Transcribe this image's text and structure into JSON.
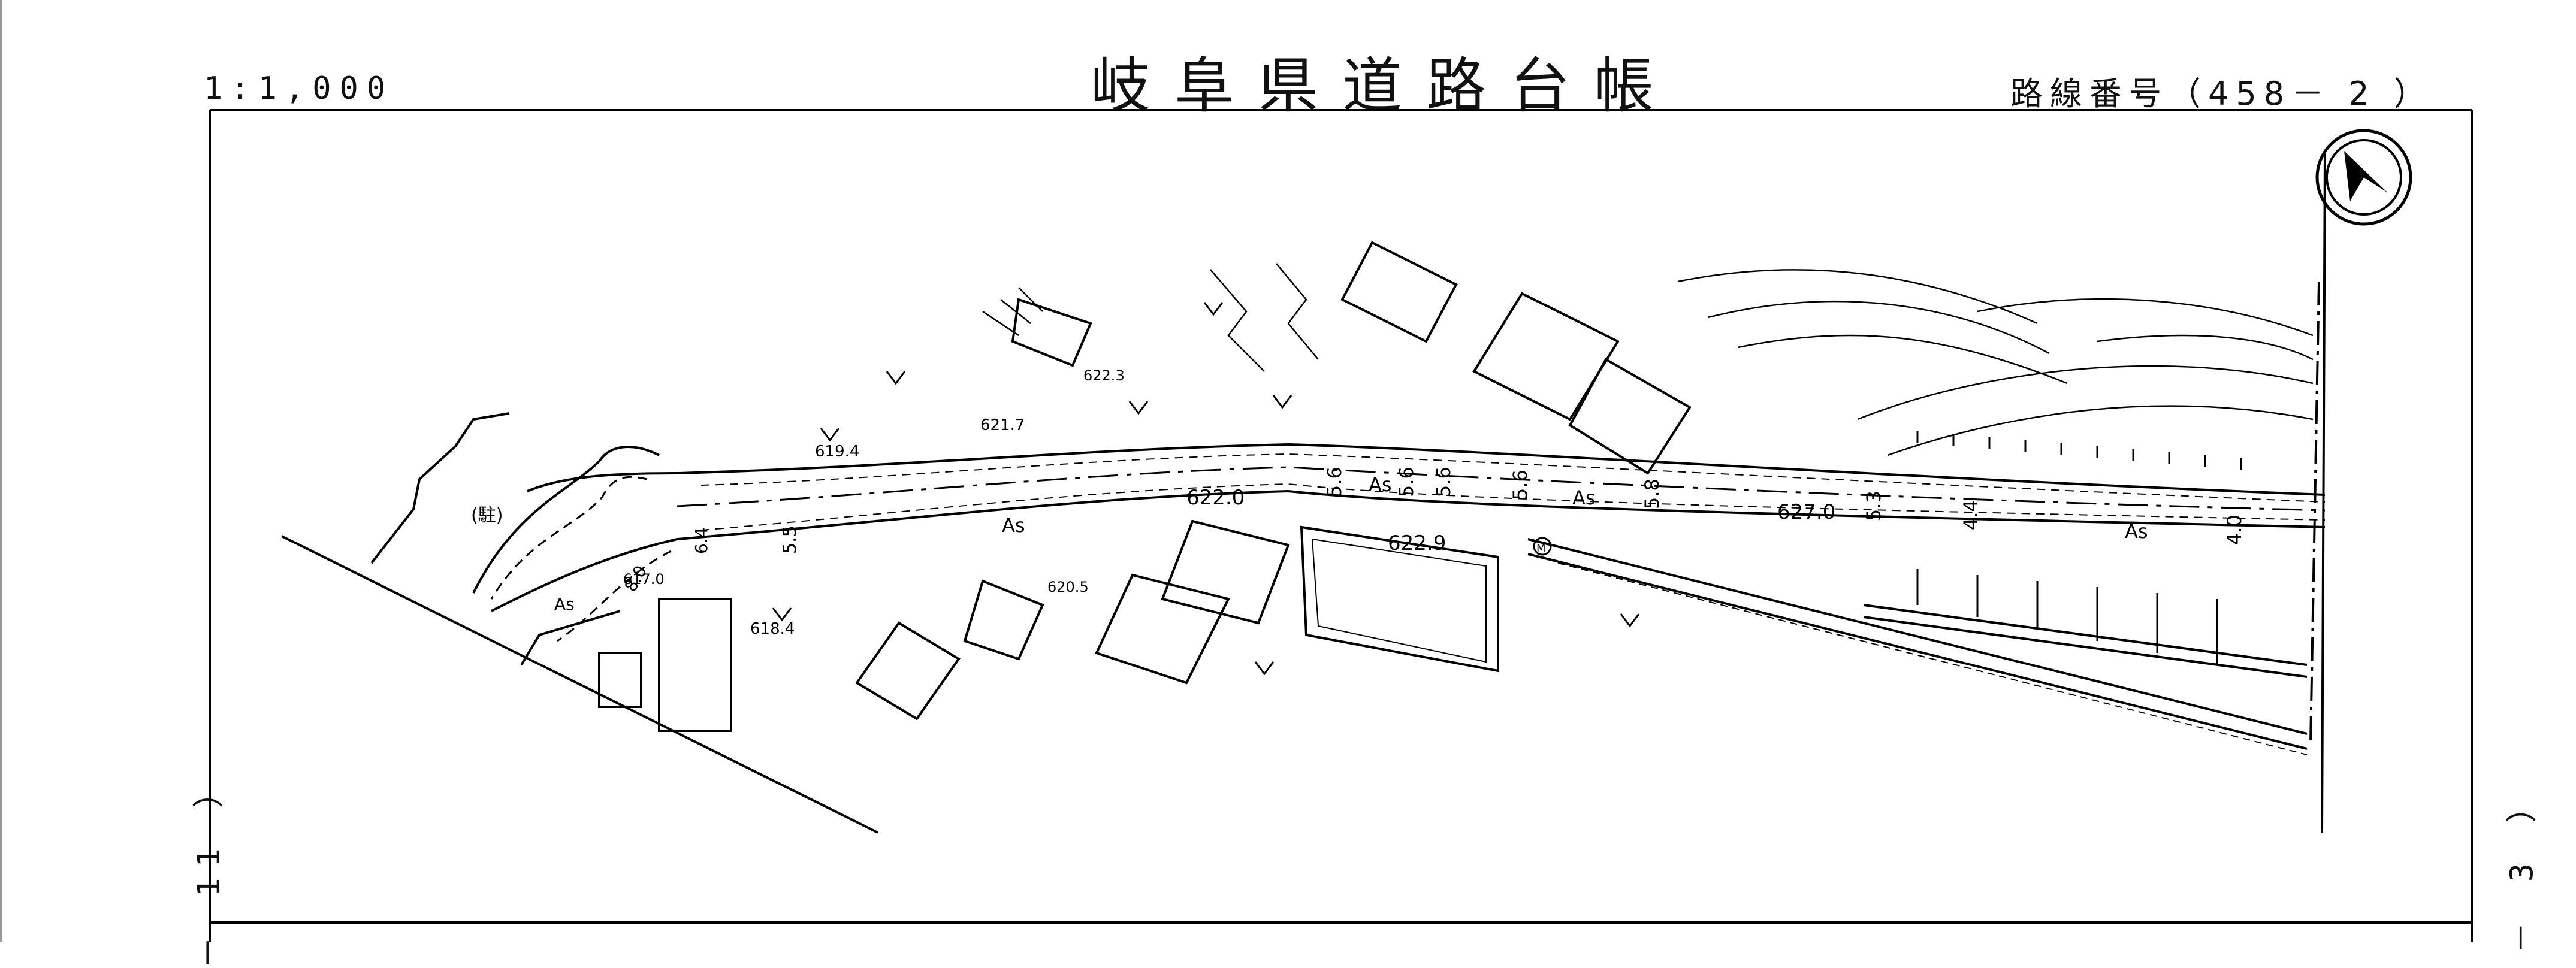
{
  "header": {
    "scale": "1:1,000",
    "title": "岐阜県道路台帳",
    "route": "路線番号（458－ 2 ）"
  },
  "sheet_tags": {
    "left": "－ 11 ）",
    "right": "－ 3 ）"
  },
  "map": {
    "elevations": [
      "622.3",
      "621.7",
      "619.4",
      "618.4",
      "617.0",
      "620.5",
      "622.0",
      "622.9",
      "627.0"
    ],
    "widths": [
      "5.5",
      "5.6",
      "5.6",
      "5.6",
      "5.6",
      "5.8",
      "5.3",
      "4.4",
      "4.0",
      "8.0",
      "6.4"
    ],
    "surface_label": "As",
    "parking_label": "(駐)",
    "manhole_symbol": "M",
    "north_icon": "north-arrow-icon"
  }
}
